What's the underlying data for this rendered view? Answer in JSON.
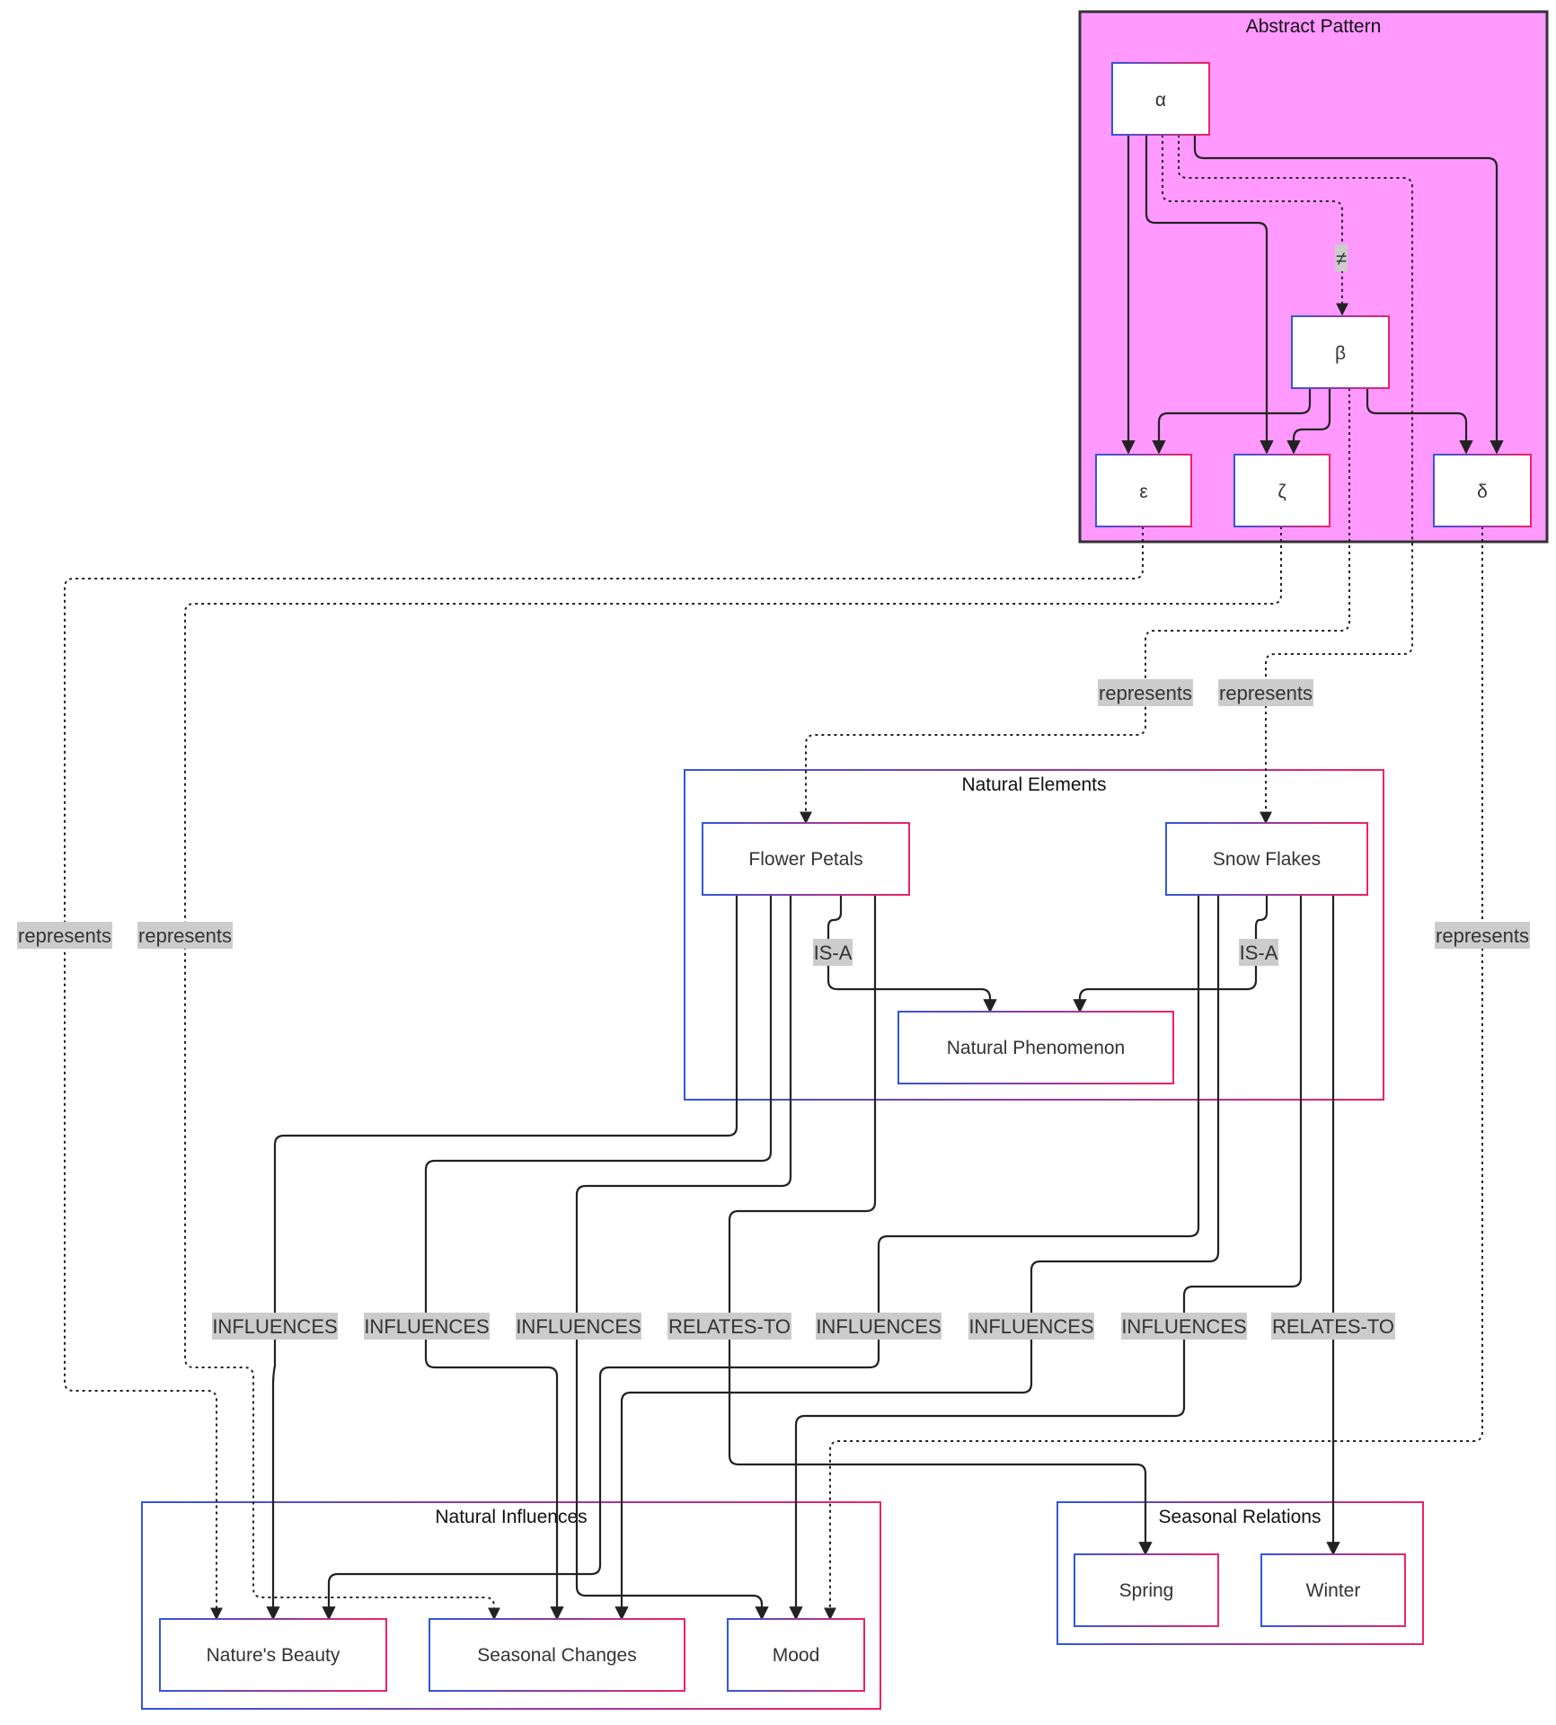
{
  "colors": {
    "abstract_fill": "#ff99ff",
    "abstract_border": "#333333",
    "gradient_start": "#3355dd",
    "gradient_end": "#ee2266",
    "label_bg": "#cccccc",
    "edge": "#222222"
  },
  "groups": {
    "abstract": {
      "title": "Abstract Pattern"
    },
    "natural_elements": {
      "title": "Natural Elements"
    },
    "natural_influences": {
      "title": "Natural Influences"
    },
    "seasonal_relations": {
      "title": "Seasonal Relations"
    }
  },
  "nodes": {
    "alpha": "α",
    "beta": "β",
    "epsilon": "ε",
    "zeta": "ζ",
    "delta": "δ",
    "flower_petals": "Flower Petals",
    "snow_flakes": "Snow Flakes",
    "natural_phenomenon": "Natural Phenomenon",
    "natures_beauty": "Nature's Beauty",
    "seasonal_changes": "Seasonal Changes",
    "mood": "Mood",
    "spring": "Spring",
    "winter": "Winter"
  },
  "edges": [
    {
      "from": "α",
      "to": "ε",
      "label": "",
      "style": "solid"
    },
    {
      "from": "α",
      "to": "ζ",
      "label": "",
      "style": "solid"
    },
    {
      "from": "α",
      "to": "δ",
      "label": "",
      "style": "solid"
    },
    {
      "from": "α",
      "to": "β",
      "label": "≠",
      "style": "dotted"
    },
    {
      "from": "β",
      "to": "ε",
      "label": "",
      "style": "solid"
    },
    {
      "from": "β",
      "to": "ζ",
      "label": "",
      "style": "solid"
    },
    {
      "from": "β",
      "to": "δ",
      "label": "",
      "style": "solid"
    },
    {
      "from": "β",
      "to": "Flower Petals",
      "label": "represents",
      "style": "dotted"
    },
    {
      "from": "α",
      "to": "Snow Flakes",
      "label": "represents",
      "style": "dotted"
    },
    {
      "from": "ε",
      "to": "Nature's Beauty",
      "label": "represents",
      "style": "dotted"
    },
    {
      "from": "ζ",
      "to": "Seasonal Changes",
      "label": "represents",
      "style": "dotted"
    },
    {
      "from": "δ",
      "to": "Mood",
      "label": "represents",
      "style": "dotted"
    },
    {
      "from": "Flower Petals",
      "to": "Natural Phenomenon",
      "label": "IS-A",
      "style": "solid"
    },
    {
      "from": "Snow Flakes",
      "to": "Natural Phenomenon",
      "label": "IS-A",
      "style": "solid"
    },
    {
      "from": "Flower Petals",
      "to": "Nature's Beauty",
      "label": "INFLUENCES",
      "style": "solid"
    },
    {
      "from": "Flower Petals",
      "to": "Seasonal Changes",
      "label": "INFLUENCES",
      "style": "solid"
    },
    {
      "from": "Flower Petals",
      "to": "Mood",
      "label": "INFLUENCES",
      "style": "solid"
    },
    {
      "from": "Flower Petals",
      "to": "Spring",
      "label": "RELATES-TO",
      "style": "solid"
    },
    {
      "from": "Snow Flakes",
      "to": "Nature's Beauty",
      "label": "INFLUENCES",
      "style": "solid"
    },
    {
      "from": "Snow Flakes",
      "to": "Seasonal Changes",
      "label": "INFLUENCES",
      "style": "solid"
    },
    {
      "from": "Snow Flakes",
      "to": "Mood",
      "label": "INFLUENCES",
      "style": "solid"
    },
    {
      "from": "Snow Flakes",
      "to": "Winter",
      "label": "RELATES-TO",
      "style": "solid"
    }
  ]
}
